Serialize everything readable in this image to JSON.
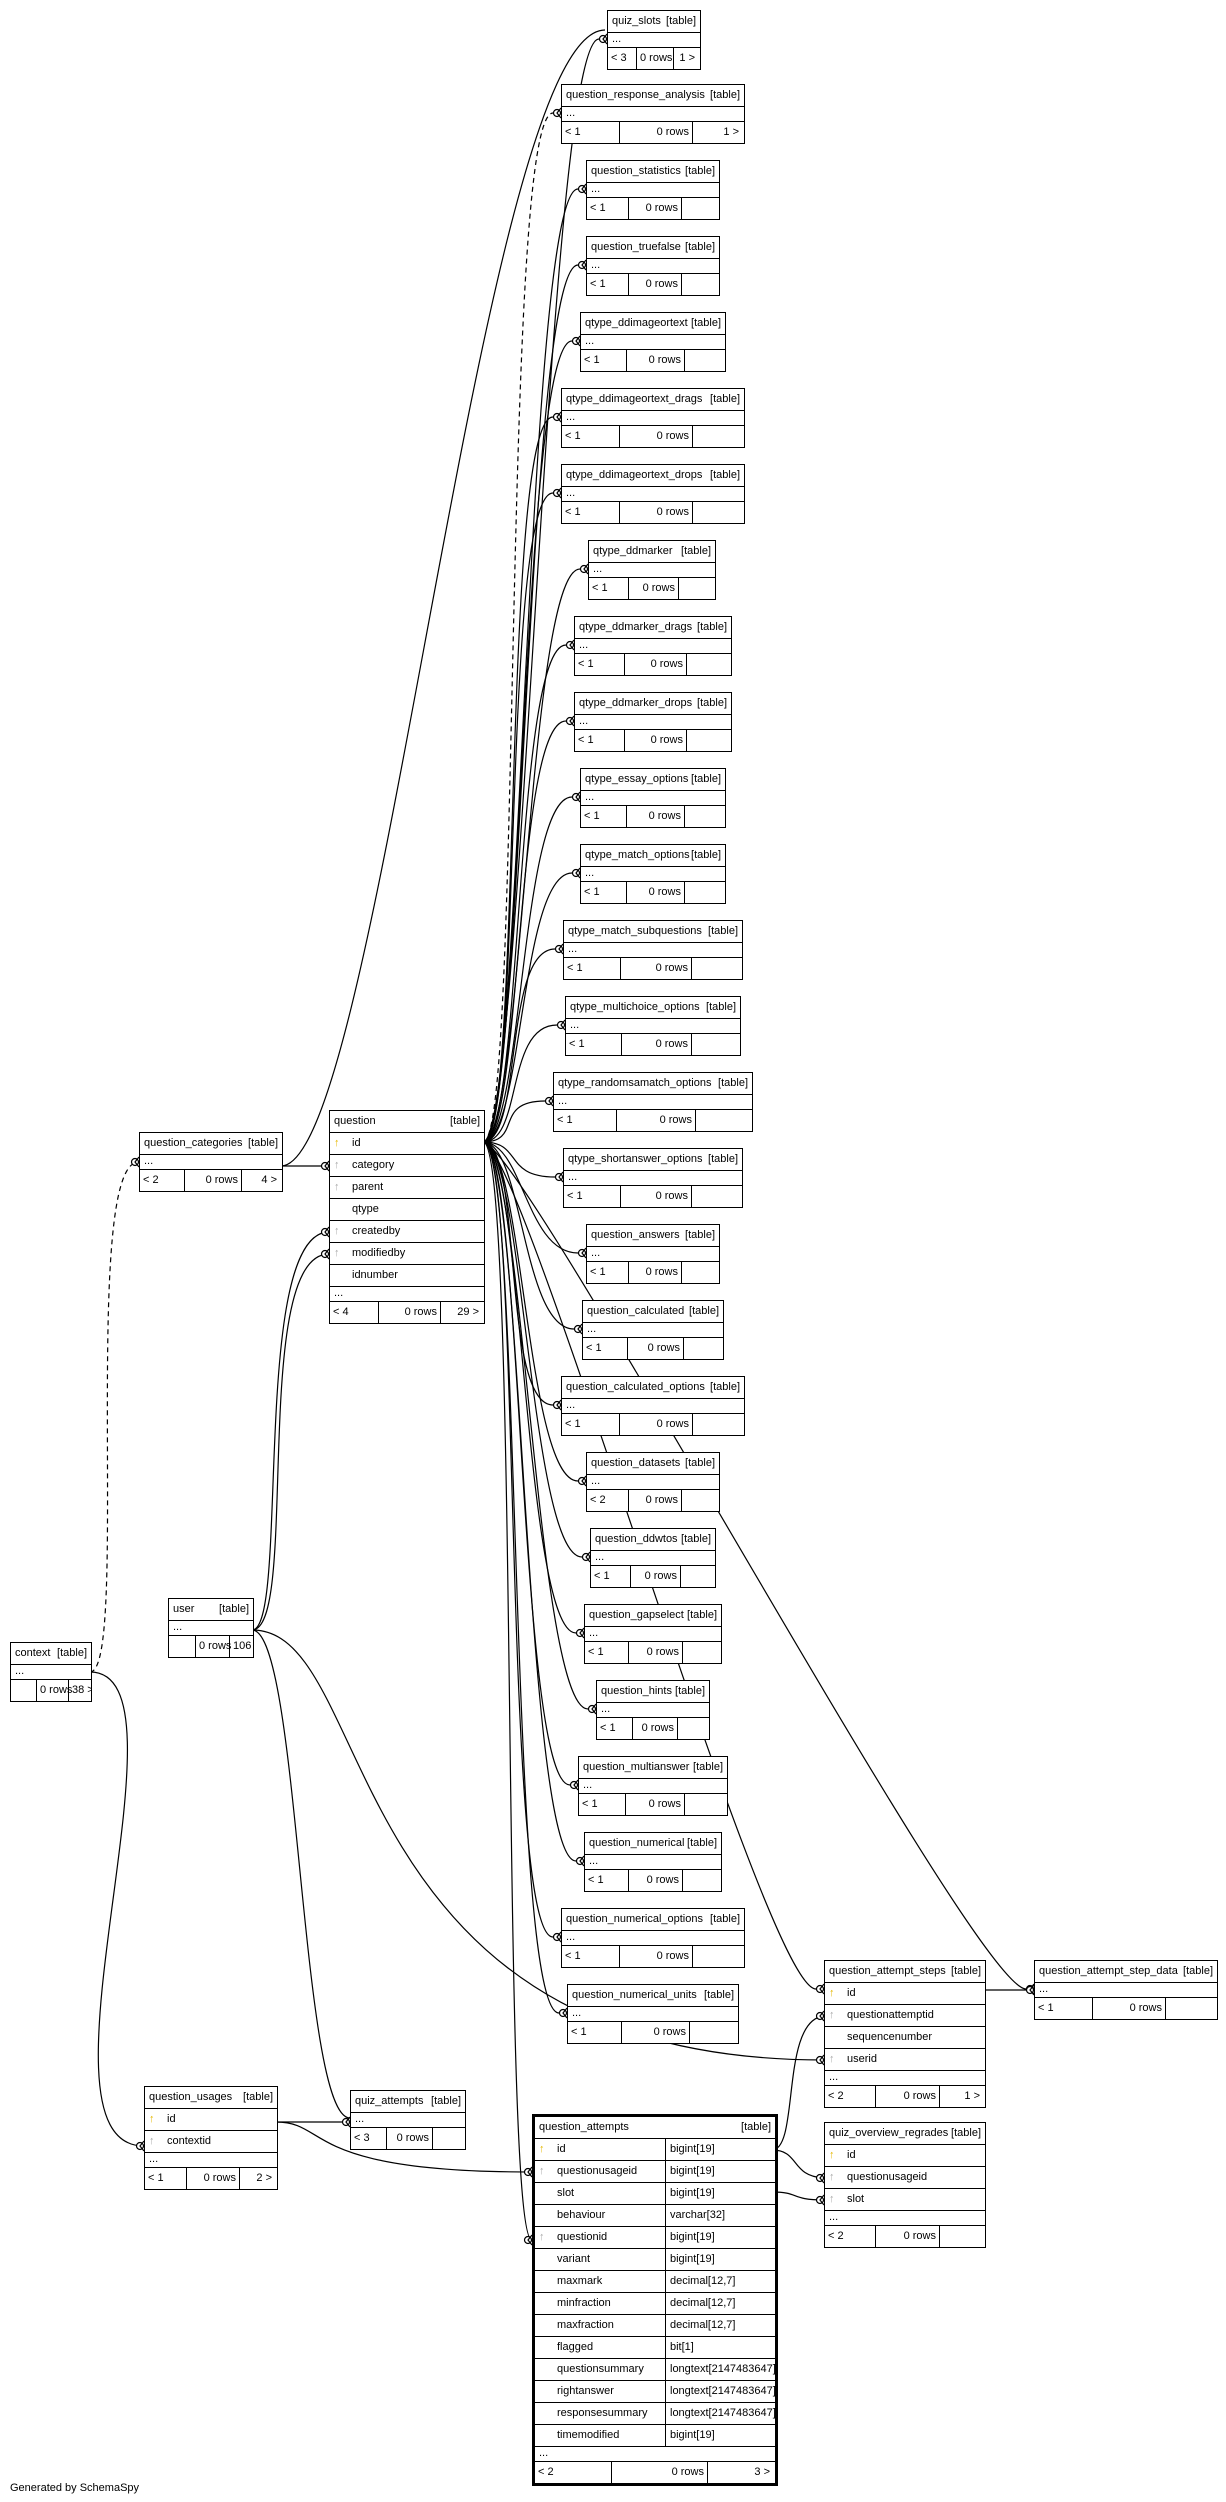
{
  "credit": "Generated by SchemaSpy",
  "tables": [
    {
      "id": "quiz_slots",
      "name": "quiz_slots",
      "kind": "[table]",
      "foot": [
        "< 3",
        "0 rows",
        "1 >"
      ]
    },
    {
      "id": "question_response_analysis",
      "name": "question_response_analysis",
      "kind": "[table]",
      "foot": [
        "< 1",
        "0 rows",
        "1 >"
      ]
    },
    {
      "id": "question_statistics",
      "name": "question_statistics",
      "kind": "[table]",
      "foot": [
        "< 1",
        "0 rows",
        ""
      ]
    },
    {
      "id": "question_truefalse",
      "name": "question_truefalse",
      "kind": "[table]",
      "foot": [
        "< 1",
        "0 rows",
        ""
      ]
    },
    {
      "id": "qtype_ddimageortext",
      "name": "qtype_ddimageortext",
      "kind": "[table]",
      "foot": [
        "< 1",
        "0 rows",
        ""
      ]
    },
    {
      "id": "qtype_ddimageortext_drags",
      "name": "qtype_ddimageortext_drags",
      "kind": "[table]",
      "foot": [
        "< 1",
        "0 rows",
        ""
      ]
    },
    {
      "id": "qtype_ddimageortext_drops",
      "name": "qtype_ddimageortext_drops",
      "kind": "[table]",
      "foot": [
        "< 1",
        "0 rows",
        ""
      ]
    },
    {
      "id": "qtype_ddmarker",
      "name": "qtype_ddmarker",
      "kind": "[table]",
      "foot": [
        "< 1",
        "0 rows",
        ""
      ]
    },
    {
      "id": "qtype_ddmarker_drags",
      "name": "qtype_ddmarker_drags",
      "kind": "[table]",
      "foot": [
        "< 1",
        "0 rows",
        ""
      ]
    },
    {
      "id": "qtype_ddmarker_drops",
      "name": "qtype_ddmarker_drops",
      "kind": "[table]",
      "foot": [
        "< 1",
        "0 rows",
        ""
      ]
    },
    {
      "id": "qtype_essay_options",
      "name": "qtype_essay_options",
      "kind": "[table]",
      "foot": [
        "< 1",
        "0 rows",
        ""
      ]
    },
    {
      "id": "qtype_match_options",
      "name": "qtype_match_options",
      "kind": "[table]",
      "foot": [
        "< 1",
        "0 rows",
        ""
      ]
    },
    {
      "id": "qtype_match_subquestions",
      "name": "qtype_match_subquestions",
      "kind": "[table]",
      "foot": [
        "< 1",
        "0 rows",
        ""
      ]
    },
    {
      "id": "qtype_multichoice_options",
      "name": "qtype_multichoice_options",
      "kind": "[table]",
      "foot": [
        "< 1",
        "0 rows",
        ""
      ]
    },
    {
      "id": "qtype_randomsamatch_options",
      "name": "qtype_randomsamatch_options",
      "kind": "[table]",
      "foot": [
        "< 1",
        "0 rows",
        ""
      ]
    },
    {
      "id": "qtype_shortanswer_options",
      "name": "qtype_shortanswer_options",
      "kind": "[table]",
      "foot": [
        "< 1",
        "0 rows",
        ""
      ]
    },
    {
      "id": "question_answers",
      "name": "question_answers",
      "kind": "[table]",
      "foot": [
        "< 1",
        "0 rows",
        ""
      ]
    },
    {
      "id": "question_calculated",
      "name": "question_calculated",
      "kind": "[table]",
      "foot": [
        "< 1",
        "0 rows",
        ""
      ]
    },
    {
      "id": "question_calculated_options",
      "name": "question_calculated_options",
      "kind": "[table]",
      "foot": [
        "< 1",
        "0 rows",
        ""
      ]
    },
    {
      "id": "question_datasets",
      "name": "question_datasets",
      "kind": "[table]",
      "foot": [
        "< 2",
        "0 rows",
        ""
      ]
    },
    {
      "id": "question_ddwtos",
      "name": "question_ddwtos",
      "kind": "[table]",
      "foot": [
        "< 1",
        "0 rows",
        ""
      ]
    },
    {
      "id": "question_gapselect",
      "name": "question_gapselect",
      "kind": "[table]",
      "foot": [
        "< 1",
        "0 rows",
        ""
      ]
    },
    {
      "id": "question_hints",
      "name": "question_hints",
      "kind": "[table]",
      "foot": [
        "< 1",
        "0 rows",
        ""
      ]
    },
    {
      "id": "question_multianswer",
      "name": "question_multianswer",
      "kind": "[table]",
      "foot": [
        "< 1",
        "0 rows",
        ""
      ]
    },
    {
      "id": "question_numerical",
      "name": "question_numerical",
      "kind": "[table]",
      "foot": [
        "< 1",
        "0 rows",
        ""
      ]
    },
    {
      "id": "question_numerical_options",
      "name": "question_numerical_options",
      "kind": "[table]",
      "foot": [
        "< 1",
        "0 rows",
        ""
      ]
    },
    {
      "id": "question_numerical_units",
      "name": "question_numerical_units",
      "kind": "[table]",
      "foot": [
        "< 1",
        "0 rows",
        ""
      ]
    },
    {
      "id": "question_categories",
      "name": "question_categories",
      "kind": "[table]",
      "foot": [
        "< 2",
        "0 rows",
        "4 >"
      ]
    },
    {
      "id": "question",
      "name": "question",
      "kind": "[table]",
      "foot": [
        "< 4",
        "0 rows",
        "29 >"
      ],
      "columns": [
        {
          "n": "id",
          "k": "pk"
        },
        {
          "n": "category",
          "k": "fk"
        },
        {
          "n": "parent",
          "k": "fk"
        },
        {
          "n": "qtype",
          "k": ""
        },
        {
          "n": "createdby",
          "k": "fk"
        },
        {
          "n": "modifiedby",
          "k": "fk"
        },
        {
          "n": "idnumber",
          "k": ""
        }
      ]
    },
    {
      "id": "context",
      "name": "context",
      "kind": "[table]",
      "foot": [
        "",
        "0 rows",
        "38 >"
      ]
    },
    {
      "id": "user",
      "name": "user",
      "kind": "[table]",
      "foot": [
        "",
        "0 rows",
        "106 >"
      ]
    },
    {
      "id": "question_attempt_steps",
      "name": "question_attempt_steps",
      "kind": "[table]",
      "foot": [
        "< 2",
        "0 rows",
        "1 >"
      ],
      "columns": [
        {
          "n": "id",
          "k": "pk"
        },
        {
          "n": "questionattemptid",
          "k": "fk"
        },
        {
          "n": "sequencenumber",
          "k": ""
        },
        {
          "n": "userid",
          "k": "fk"
        }
      ]
    },
    {
      "id": "question_attempt_step_data",
      "name": "question_attempt_step_data",
      "kind": "[table]",
      "foot": [
        "< 1",
        "0 rows",
        ""
      ]
    },
    {
      "id": "question_usages",
      "name": "question_usages",
      "kind": "[table]",
      "foot": [
        "< 1",
        "0 rows",
        "2 >"
      ],
      "columns": [
        {
          "n": "id",
          "k": "pk"
        },
        {
          "n": "contextid",
          "k": "fk"
        }
      ]
    },
    {
      "id": "quiz_attempts",
      "name": "quiz_attempts",
      "kind": "[table]",
      "foot": [
        "< 3",
        "0 rows",
        ""
      ]
    },
    {
      "id": "quiz_overview_regrades",
      "name": "quiz_overview_regrades",
      "kind": "[table]",
      "foot": [
        "< 2",
        "0 rows",
        ""
      ],
      "columns": [
        {
          "n": "id",
          "k": "pk"
        },
        {
          "n": "questionusageid",
          "k": "fk"
        },
        {
          "n": "slot",
          "k": "fk"
        }
      ]
    },
    {
      "id": "question_attempts",
      "name": "question_attempts",
      "kind": "[table]",
      "foot": [
        "< 2",
        "0 rows",
        "3 >"
      ],
      "columns": [
        {
          "n": "id",
          "t": "bigint[19]",
          "k": "pk"
        },
        {
          "n": "questionusageid",
          "t": "bigint[19]",
          "k": "fk"
        },
        {
          "n": "slot",
          "t": "bigint[19]",
          "k": ""
        },
        {
          "n": "behaviour",
          "t": "varchar[32]",
          "k": ""
        },
        {
          "n": "questionid",
          "t": "bigint[19]",
          "k": "fk"
        },
        {
          "n": "variant",
          "t": "bigint[19]",
          "k": ""
        },
        {
          "n": "maxmark",
          "t": "decimal[12,7]",
          "k": ""
        },
        {
          "n": "minfraction",
          "t": "decimal[12,7]",
          "k": ""
        },
        {
          "n": "maxfraction",
          "t": "decimal[12,7]",
          "k": ""
        },
        {
          "n": "flagged",
          "t": "bit[1]",
          "k": ""
        },
        {
          "n": "questionsummary",
          "t": "longtext[2147483647]",
          "k": ""
        },
        {
          "n": "rightanswer",
          "t": "longtext[2147483647]",
          "k": ""
        },
        {
          "n": "responsesummary",
          "t": "longtext[2147483647]",
          "k": ""
        },
        {
          "n": "timemodified",
          "t": "bigint[19]",
          "k": ""
        }
      ]
    }
  ],
  "ellipsis": "..."
}
